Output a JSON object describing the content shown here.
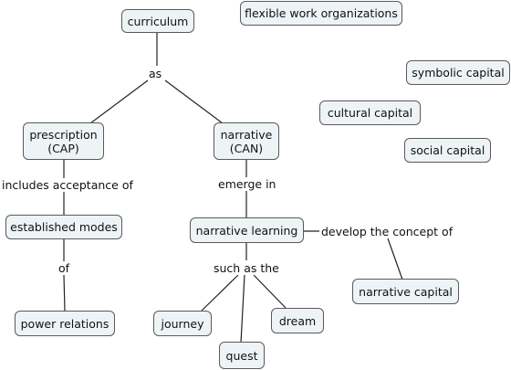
{
  "nodes": {
    "curriculum": "curriculum",
    "flexible_work": "flexible work organizations",
    "symbolic_capital": "symbolic capital",
    "cultural_capital": "cultural capital",
    "social_capital": "social capital",
    "prescription": [
      "prescription",
      "(CAP)"
    ],
    "narrative": [
      "narrative",
      "(CAN)"
    ],
    "established_modes": "established modes",
    "narrative_learning": "narrative learning",
    "power_relations": "power relations",
    "journey": "journey",
    "dream": "dream",
    "quest": "quest",
    "narrative_capital": "narrative capital"
  },
  "links": {
    "as": "as",
    "includes_acceptance_of": "includes acceptance of",
    "of": "of",
    "emerge_in": "emerge in",
    "such_as_the": "such as the",
    "develop_the_concept_of": "develop the concept of"
  },
  "colors": {
    "node_fill": "#eef4f6",
    "node_border": "#5a5a5a",
    "edge": "#222222"
  }
}
